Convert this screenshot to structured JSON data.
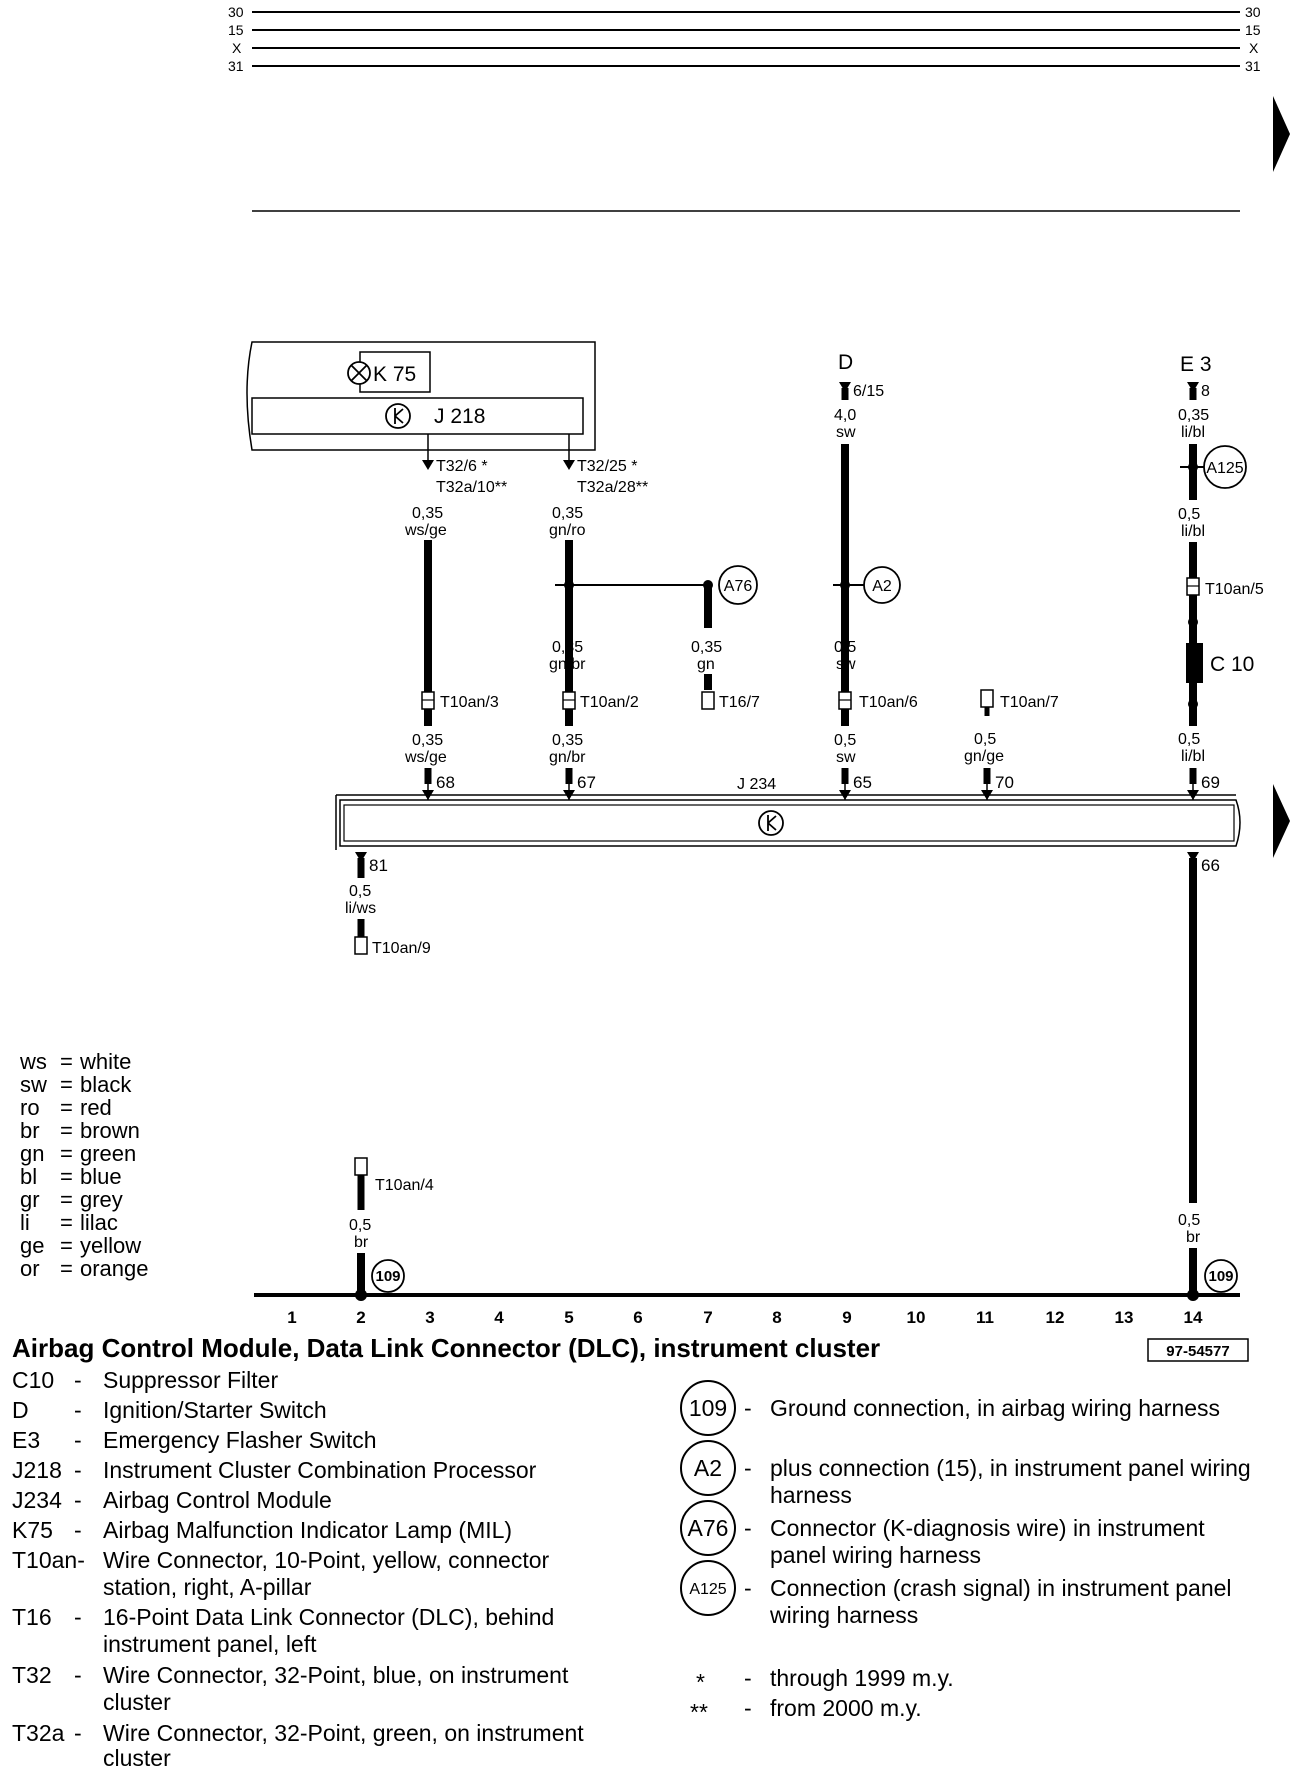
{
  "busbars": [
    {
      "label": "30"
    },
    {
      "label": "15"
    },
    {
      "label": "X"
    },
    {
      "label": "31"
    }
  ],
  "components": {
    "k75": "K 75",
    "j218": "J 218",
    "j234": "J 234",
    "d": "D",
    "d_pin": "6/15",
    "e3": "E 3",
    "e3_pin": "8",
    "c10": "C 10"
  },
  "connections": {
    "a76": "A76",
    "a2": "A2",
    "a125": "A125",
    "g109": "109"
  },
  "wires": [
    {
      "conn": "T32/6   *",
      "conn2": "T32a/10**",
      "gauge": "0,35",
      "color": "ws/ge"
    },
    {
      "conn": "T32/25  *",
      "conn2": "T32a/28**",
      "gauge": "0,35",
      "color": "gn/ro"
    },
    {
      "gauge": "0,35",
      "color": "gn/br"
    },
    {
      "gauge": "0,35",
      "color": "gn"
    },
    {
      "gauge": "4,0",
      "color": "sw"
    },
    {
      "gauge": "0,5",
      "color": "sw"
    },
    {
      "gauge": "0,35",
      "color": "li/bl"
    },
    {
      "gauge": "0,5",
      "color": "li/bl"
    },
    {
      "gauge": "0,5",
      "color": "li/bl"
    },
    {
      "gauge": "0,35",
      "color": "ws/ge"
    },
    {
      "gauge": "0,35",
      "color": "gn/br"
    },
    {
      "gauge": "0,5",
      "color": "sw"
    },
    {
      "gauge": "0,5",
      "color": "gn/ge"
    },
    {
      "gauge": "0,5",
      "color": "li/ws"
    },
    {
      "gauge": "0,5",
      "color": "br"
    },
    {
      "gauge": "0,5",
      "color": "br"
    }
  ],
  "connectors": {
    "t10an3": "T10an/3",
    "t10an2": "T10an/2",
    "t16_7": "T16/7",
    "t10an6": "T10an/6",
    "t10an7": "T10an/7",
    "t10an5": "T10an/5",
    "t10an9": "T10an/9",
    "t10an4": "T10an/4"
  },
  "pins": {
    "p68": "68",
    "p67": "67",
    "p65": "65",
    "p70": "70",
    "p69": "69",
    "p81": "81",
    "p66": "66"
  },
  "color_key": [
    {
      "code": "ws",
      "name": "white"
    },
    {
      "code": "sw",
      "name": "black"
    },
    {
      "code": "ro",
      "name": "red"
    },
    {
      "code": "br",
      "name": "brown"
    },
    {
      "code": "gn",
      "name": "green"
    },
    {
      "code": "bl",
      "name": "blue"
    },
    {
      "code": "gr",
      "name": "grey"
    },
    {
      "code": "li",
      "name": "lilac"
    },
    {
      "code": "ge",
      "name": "yellow"
    },
    {
      "code": "or",
      "name": "orange"
    }
  ],
  "positions": [
    "1",
    "2",
    "3",
    "4",
    "5",
    "6",
    "7",
    "8",
    "9",
    "10",
    "11",
    "12",
    "13",
    "14"
  ],
  "title": "Airbag Control Module, Data Link Connector (DLC), instrument cluster",
  "ref_number": "97-54577",
  "legend_left": [
    {
      "code": "C10",
      "sep": "-",
      "lines": [
        "Suppressor Filter"
      ]
    },
    {
      "code": "D",
      "sep": "-",
      "lines": [
        "Ignition/Starter Switch"
      ]
    },
    {
      "code": "E3",
      "sep": "-",
      "lines": [
        "Emergency Flasher Switch"
      ]
    },
    {
      "code": "J218",
      "sep": "-",
      "lines": [
        "Instrument Cluster Combination Processor"
      ]
    },
    {
      "code": "J234",
      "sep": "-",
      "lines": [
        "Airbag Control Module"
      ]
    },
    {
      "code": "K75",
      "sep": "-",
      "lines": [
        "Airbag Malfunction Indicator Lamp (MIL)"
      ]
    },
    {
      "code": "T10an-",
      "sep": "",
      "lines": [
        "Wire Connector, 10-Point, yellow, connector",
        "station, right, A-pillar"
      ]
    },
    {
      "code": "T16",
      "sep": "-",
      "lines": [
        "16-Point Data Link Connector (DLC), behind",
        "instrument panel, left"
      ]
    },
    {
      "code": "T32",
      "sep": "-",
      "lines": [
        "Wire Connector, 32-Point, blue, on instrument",
        "cluster"
      ]
    },
    {
      "code": "T32a",
      "sep": "-",
      "lines": [
        "Wire Connector, 32-Point, green, on instrument",
        "cluster"
      ]
    }
  ],
  "legend_right": [
    {
      "symbol": "109",
      "lines": [
        "Ground connection, in airbag wiring harness"
      ]
    },
    {
      "symbol": "A2",
      "lines": [
        "plus connection (15), in instrument panel wiring",
        "harness"
      ]
    },
    {
      "symbol": "A76",
      "lines": [
        "Connector (K-diagnosis wire) in instrument",
        "panel wiring harness"
      ]
    },
    {
      "symbol": "A125",
      "lines": [
        "Connection (crash signal) in instrument panel",
        "wiring harness"
      ]
    }
  ],
  "footnotes": [
    {
      "symbol": "*",
      "text": "through 1999 m.y."
    },
    {
      "symbol": "**",
      "text": "from 2000 m.y."
    }
  ]
}
